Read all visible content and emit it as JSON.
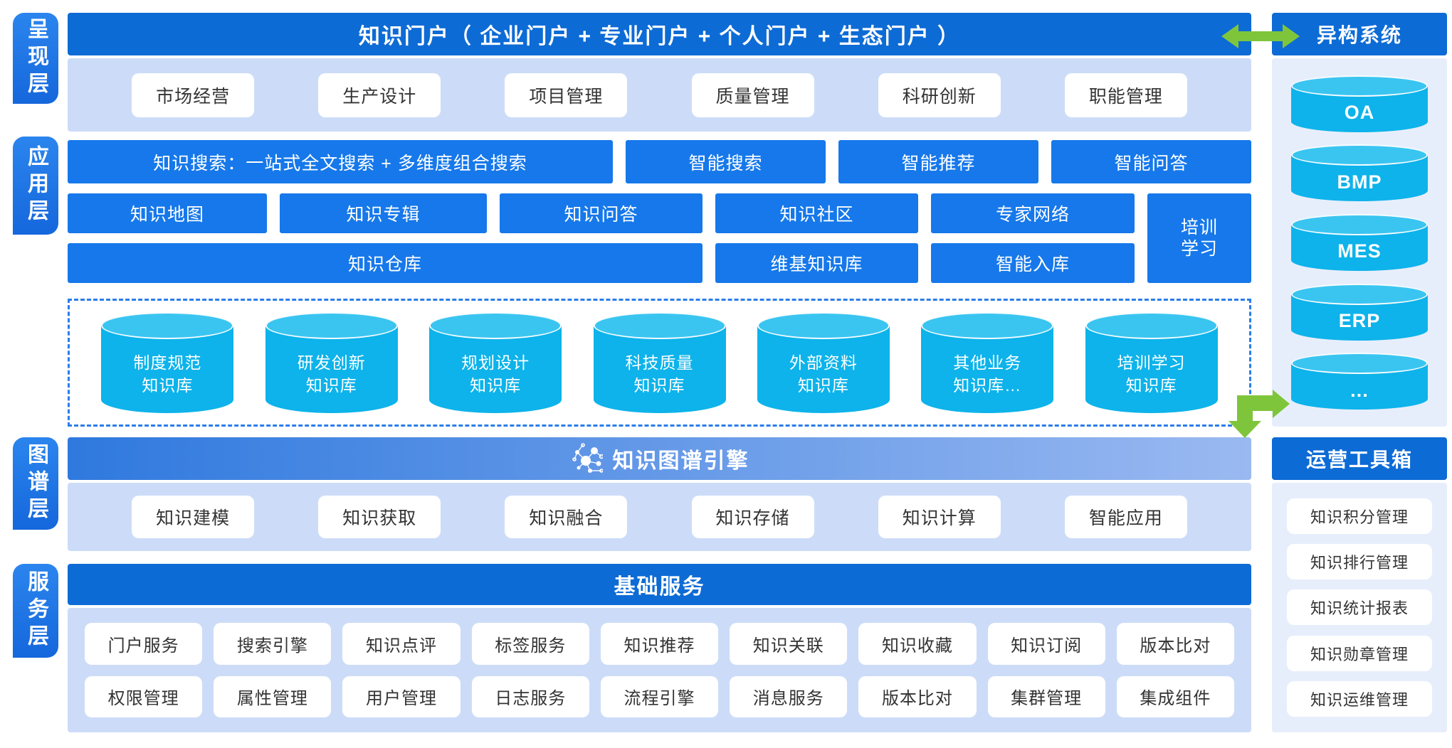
{
  "layers": {
    "presentation": "呈现层",
    "application": "应用层",
    "graph": "图谱层",
    "service": "服务层"
  },
  "portal": {
    "title": "知识门户（ 企业门户 + 专业门户 + 个人门户 + 生态门户 ）",
    "buttons": [
      "市场经营",
      "生产设计",
      "项目管理",
      "质量管理",
      "科研创新",
      "职能管理"
    ]
  },
  "application": {
    "search_bar": "知识搜索：一站式全文搜索 + 多维度组合搜索",
    "row1": [
      "智能搜索",
      "智能推荐",
      "智能问答"
    ],
    "row2": [
      "知识地图",
      "知识专辑",
      "知识问答",
      "知识社区",
      "专家网络"
    ],
    "training_lines": [
      "培训",
      "学习"
    ],
    "warehouse": "知识仓库",
    "row3": [
      "维基知识库",
      "智能入库"
    ]
  },
  "knowledge_bases": [
    {
      "line1": "制度规范",
      "line2": "知识库"
    },
    {
      "line1": "研发创新",
      "line2": "知识库"
    },
    {
      "line1": "规划设计",
      "line2": "知识库"
    },
    {
      "line1": "科技质量",
      "line2": "知识库"
    },
    {
      "line1": "外部资料",
      "line2": "知识库"
    },
    {
      "line1": "其他业务",
      "line2": "知识库…"
    },
    {
      "line1": "培训学习",
      "line2": "知识库"
    }
  ],
  "graph_engine": {
    "title": "知识图谱引擎",
    "buttons": [
      "知识建模",
      "知识获取",
      "知识融合",
      "知识存储",
      "知识计算",
      "智能应用"
    ]
  },
  "base_services": {
    "title": "基础服务",
    "row1": [
      "门户服务",
      "搜索引擎",
      "知识点评",
      "标签服务",
      "知识推荐",
      "知识关联",
      "知识收藏",
      "知识订阅",
      "版本比对"
    ],
    "row2": [
      "权限管理",
      "属性管理",
      "用户管理",
      "日志服务",
      "流程引擎",
      "消息服务",
      "版本比对",
      "集群管理",
      "集成组件"
    ]
  },
  "hetero_systems": {
    "title": "异构系统",
    "systems": [
      "OA",
      "BMP",
      "MES",
      "ERP",
      "…"
    ]
  },
  "ops_toolbox": {
    "title": "运营工具箱",
    "items": [
      "知识积分管理",
      "知识排行管理",
      "知识统计报表",
      "知识勋章管理",
      "知识运维管理"
    ]
  },
  "colors": {
    "header_blue": "#0d6bd5",
    "box_blue": "#1678ea",
    "panel_light_blue": "#ccdcf8",
    "panel_pale_blue": "#e7eefb",
    "cylinder_body": "#0db3ea",
    "cylinder_top": "#3ac5f1",
    "arrow_green": "#7fc53c",
    "dashed_border": "#2a7de9"
  }
}
